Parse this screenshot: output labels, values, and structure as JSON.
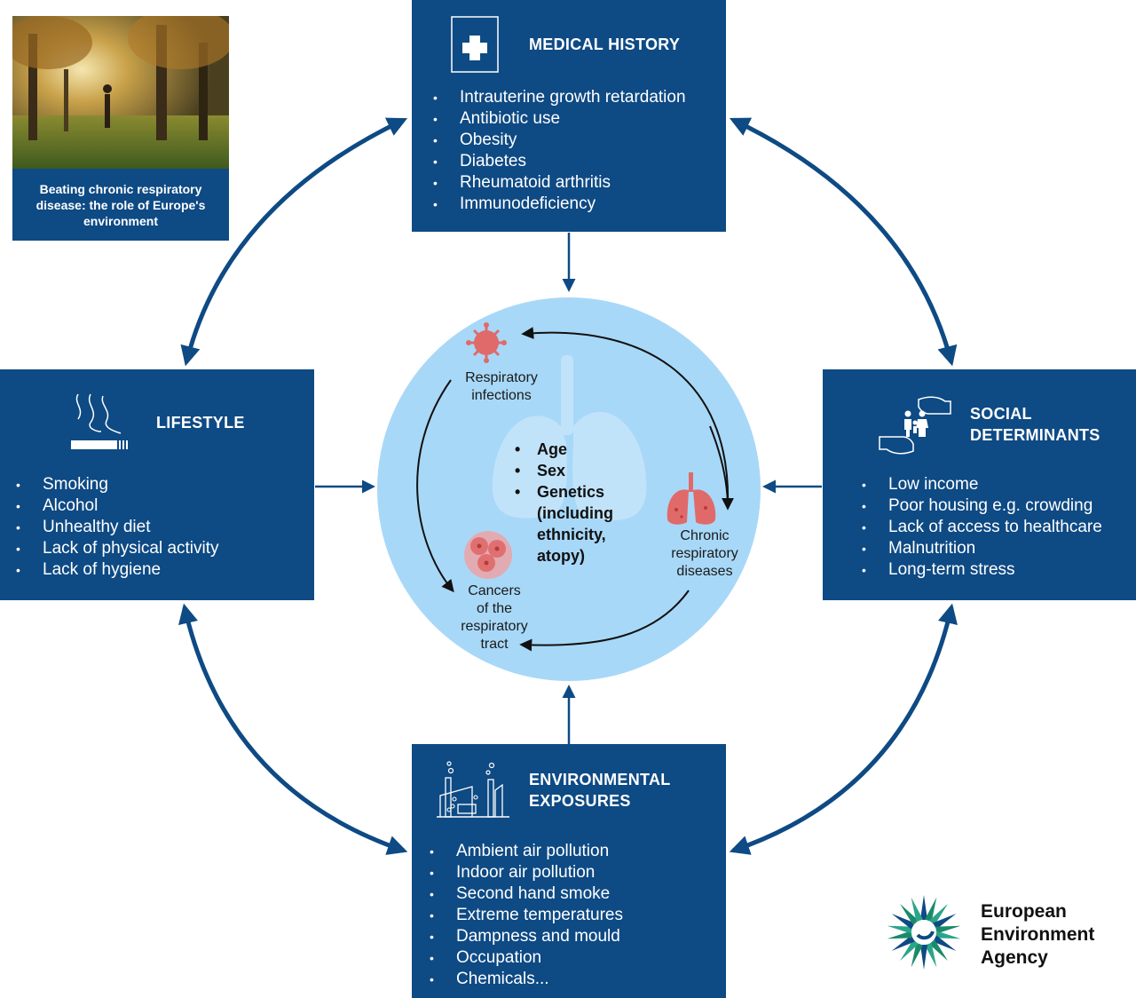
{
  "report": {
    "title": "Beating chronic respiratory disease: the role of Europe's environment"
  },
  "medical_history": {
    "title": "MEDICAL HISTORY",
    "icon": "medical-cross-icon",
    "items": [
      "Intrauterine growth retardation",
      "Antibiotic use",
      "Obesity",
      "Diabetes",
      "Rheumatoid arthritis",
      "Immunodeficiency"
    ]
  },
  "lifestyle": {
    "title": "LIFESTYLE",
    "icon": "cigarette-icon",
    "items": [
      "Smoking",
      "Alcohol",
      "Unhealthy diet",
      "Lack of physical activity",
      "Lack of hygiene"
    ]
  },
  "social_determinants": {
    "title_line1": "SOCIAL",
    "title_line2": "DETERMINANTS",
    "icon": "family-hands-icon",
    "items": [
      "Low income",
      "Poor housing e.g. crowding",
      "Lack of access to healthcare",
      "Malnutrition",
      "Long-term stress"
    ]
  },
  "environmental_exposures": {
    "title_line1": "ENVIRONMENTAL",
    "title_line2": "EXPOSURES",
    "icon": "factory-icon",
    "items": [
      "Ambient air pollution",
      "Indoor air pollution",
      "Second hand smoke",
      "Extreme temperatures",
      "Dampness and mould",
      "Occupation",
      "Chemicals..."
    ]
  },
  "center": {
    "factors": [
      "Age",
      "Sex",
      "Genetics (including ethnicity, atopy)"
    ],
    "infections": {
      "line1": "Respiratory",
      "line2": "infections",
      "icon": "virus-icon"
    },
    "chronic": {
      "line1": "Chronic",
      "line2": "respiratory",
      "line3": "diseases",
      "icon": "lungs-icon"
    },
    "cancers": {
      "line1": "Cancers",
      "line2": "of the",
      "line3": "respiratory",
      "line4": "tract",
      "icon": "tumor-cells-icon"
    }
  },
  "brand": {
    "line1": "European",
    "line2": "Environment",
    "line3": "Agency",
    "icon": "eea-logo-icon"
  },
  "colors": {
    "box": "#0e4a84",
    "circle": "#a8d8f8",
    "arrow": "#0e4a84",
    "accent_red": "#e05a5a",
    "logo_green": "#1a8a6a"
  }
}
